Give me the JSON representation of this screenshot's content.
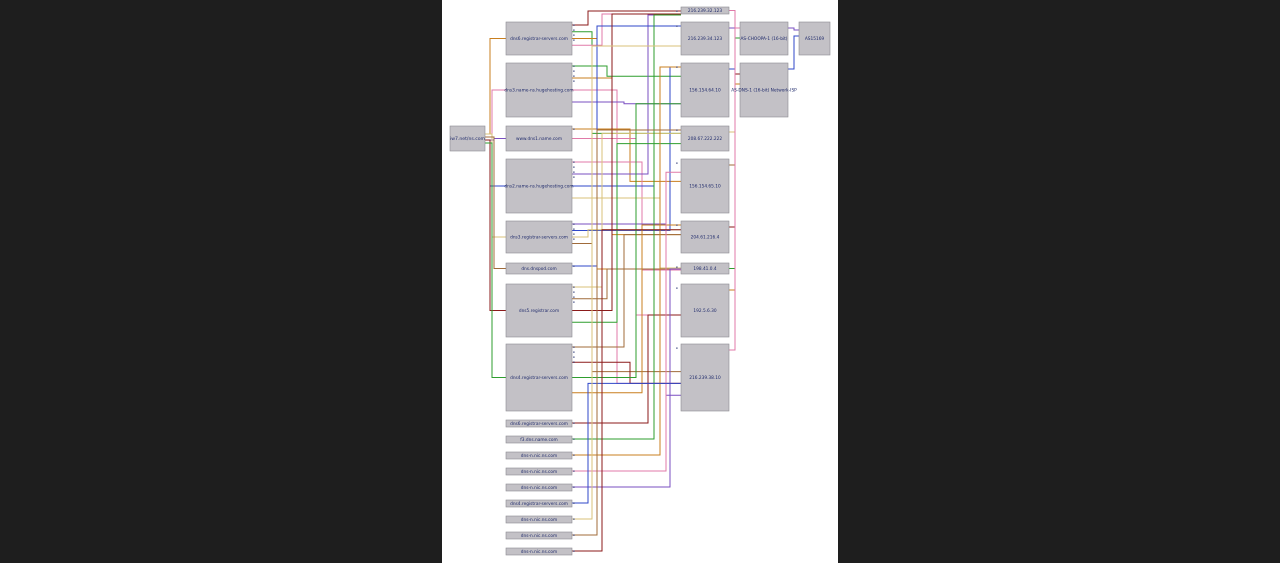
{
  "viewer": {
    "background": "#1e1e1e",
    "page_background": "#ffffff"
  },
  "diagram": {
    "box_fill": "#c3c1c6",
    "label_color": "#1f2a6b",
    "edge_colors": [
      "#8b1a1a",
      "#2e9e2e",
      "#c97f1f",
      "#e07aa8",
      "#7a4fc2",
      "#2f47c9",
      "#d8c27a",
      "#a06b3a"
    ],
    "source_label": "iw7.net/ns.com",
    "domains": [
      "dns6.registrar-servers.com",
      "dns3.name-ns.hugehosting.com",
      "www.dns1.name.com",
      "dns2.name-ns.hugehosting.com",
      "dns3.registrar-servers.com",
      "dns.dnspod.com",
      "dns5.registrar.com",
      "dns4.registrar-servers.com",
      "dns6.registrar-servers.com",
      "f3.dns.name.com",
      "dns-n.nic.ns.com",
      "dns-n.nic.ns.com",
      "dns-n.nic.ns.com",
      "dns4.registrar-servers.com",
      "dns-n.nic.ns.com",
      "dns-n.nic.ns.com",
      "dns-n.nic.ns.com"
    ],
    "ips": [
      "216.239.32.123",
      "216.239.34.123",
      "156.154.64.10",
      "208.67.222.222",
      "156.154.65.10",
      "204.61.216.4",
      "198.41.0.4",
      "192.5.6.30",
      "216.239.38.10"
    ],
    "networks": [
      "AS-CHOOPA-1 (16-bit)",
      "AS-DNS-1 (16-bit) Network-ISP"
    ],
    "asn": "AS15169"
  }
}
